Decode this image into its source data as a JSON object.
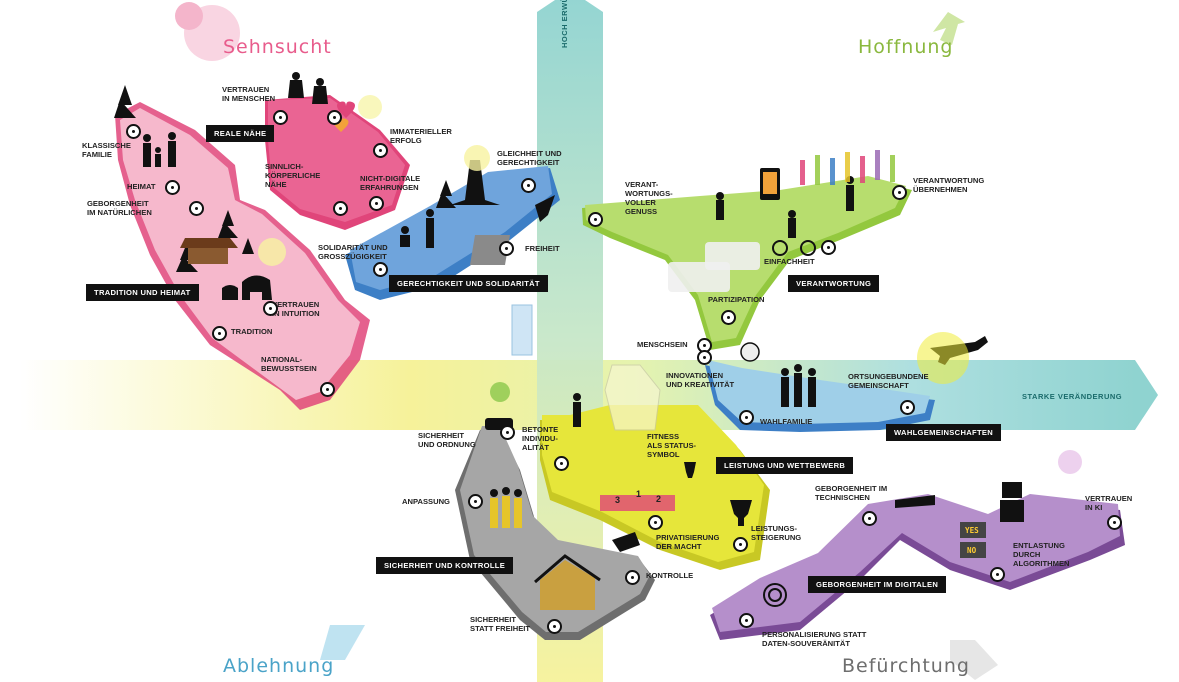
{
  "quadrants": {
    "sehnsucht": "Sehnsucht",
    "hoffnung": "Hoffnung",
    "ablehnung": "Ablehnung",
    "befuerchtung": "Befürchtung"
  },
  "axes": {
    "vertical_top": "HOCH ERWÜNSCHT",
    "horizontal_right": "STARKE VERÄNDERUNG"
  },
  "clusters": {
    "reale_naehe": "REALE NÄHE",
    "tradition_heimat": "TRADITION UND HEIMAT",
    "gerechtigkeit": "GERECHTIGKEIT UND SOLIDARITÄT",
    "verantwortung": "VERANTWORTUNG",
    "wahlgemeinschaften": "WAHLGEMEINSCHAFTEN",
    "leistung": "LEISTUNG UND WETTBEWERB",
    "sicherheit": "SICHERHEIT UND KONTROLLE",
    "geborgenheit_digital": "GEBORGENHEIT IM DIGITALEN"
  },
  "labels": {
    "vertrauen_menschen": "VERTRAUEN\nIN MENSCHEN",
    "immaterieller_erfolg": "IMMATERIELLER\nERFOLG",
    "klassische_familie": "KLASSISCHE\nFAMILIE",
    "heimat": "HEIMAT",
    "geborgenheit_natuerlich": "GEBORGENHEIT\nIM NATÜRLICHEN",
    "sinnlich": "SINNLICH-\nKÖRPERLICHE\nNÄHE",
    "nicht_digitale": "NICHT-DIGITALE\nERFAHRUNGEN",
    "gleichheit": "GLEICHHEIT UND\nGERECHTIGKEIT",
    "solidaritaet": "SOLIDARITÄT UND\nGROSSZÜGIGKEIT",
    "freiheit": "FREIHEIT",
    "vertrauen_intuition": "VERTRAUEN\nIN INTUITION",
    "tradition": "TRADITION",
    "nationalbewusstsein": "NATIONAL-\nBEWUSSTSEIN",
    "verantwortungsvoller_genuss": "VERANT-\nWORTUNGS-\nVOLLER\nGENUSS",
    "verantwortung_uebernehmen": "VERANTWORTUNG\nÜBERNEHMEN",
    "einfachheit": "EINFACHHEIT",
    "partizipation": "PARTIZIPATION",
    "menschsein": "MENSCHSEIN",
    "innovationen": "INNOVATIONEN\nUND KREATIVITÄT",
    "ortsungebundene": "ORTSUNGEBUNDENE\nGEMEINSCHAFT",
    "wahlfamilie": "WAHLFAMILIE",
    "sicherheit_ordnung": "SICHERHEIT\nUND ORDNUNG",
    "betonte_individualitaet": "BETONTE\nINDIVIDU-\nALITÄT",
    "fitness": "FITNESS\nALS STATUS-\nSYMBOL",
    "anpassung": "ANPASSUNG",
    "privatisierung": "PRIVATISIERUNG\nDER MACHT",
    "leistungssteigerung": "LEISTUNGS-\nSTEIGERUNG",
    "kontrolle": "KONTROLLE",
    "sicherheit_statt_freiheit": "SICHERHEIT\nSTATT FREIHEIT",
    "geborgenheit_technisch": "GEBORGENHEIT IM\nTECHNISCHEN",
    "vertrauen_ki": "VERTRAUEN\nIN KI",
    "entlastung": "ENTLASTUNG\nDURCH\nALGORITHMEN",
    "personalisierung": "PERSONALISIERUNG STATT\nDATEN-SOUVERÄNITÄT",
    "yes": "YES",
    "no": "NO",
    "podium_1": "1",
    "podium_2": "2",
    "podium_3": "3"
  },
  "colors": {
    "pink": "#e0457a",
    "pink_light": "#f6b8cc",
    "blue": "#3d7fc6",
    "green": "#93c83e",
    "lightblue": "#9fcfe8",
    "yellow": "#e6e63a",
    "grey": "#9a9a9a",
    "purple": "#9b6bb5",
    "teal": "#8fd3d0",
    "axis_yellow": "#f6f29a",
    "quad_pink": "#e85c8c",
    "quad_green": "#8ab83e",
    "quad_blue": "#4aa3c8",
    "quad_grey": "#6e6e6e"
  },
  "icons": [
    "person-icon",
    "tree-icon",
    "camera-icon",
    "airplane-icon",
    "lightbulb-icon",
    "bicycle-icon",
    "robot-icon",
    "fingerprint-icon",
    "trophy-icon",
    "house-icon",
    "car-icon",
    "justice-statue-icon",
    "hands-icon",
    "podium-icon",
    "lantern-icon",
    "elephant-icon"
  ]
}
